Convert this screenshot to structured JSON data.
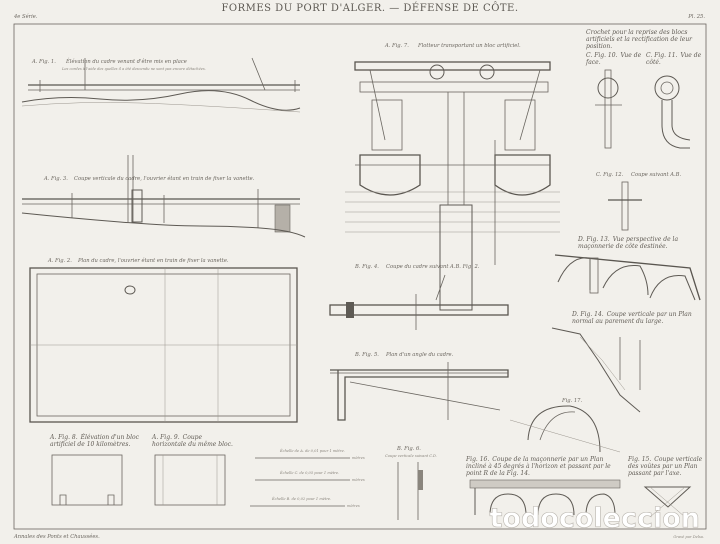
{
  "header": {
    "title": "FORMES DU PORT D'ALGER. — DÉFENSE DE CÔTE.",
    "series": "4e Série.",
    "plate": "Pl. 25."
  },
  "figures": {
    "fig1": {
      "label": "A. Fig. 1.",
      "caption": "Élévation du cadre venant d'être mis en place",
      "note": "Les cordes à l'aide des quelles il a été descendu ne sont pas encore détachées."
    },
    "fig3": {
      "label": "A. Fig. 3.",
      "caption": "Coupe verticale du cadre, l'ouvrier étant en train de fixer la vanette."
    },
    "fig2": {
      "label": "A. Fig. 2.",
      "caption": "Plan du cadre, l'ouvrier étant en train de fixer la vanette."
    },
    "fig7": {
      "label": "A. Fig. 7.",
      "caption": "Flotteur transportant un bloc artificiel."
    },
    "fig4": {
      "label": "B. Fig. 4.",
      "caption": "Coupe du cadre suivant A.B. Fig. 2."
    },
    "fig5": {
      "label": "B. Fig. 5.",
      "caption": "Plan d'un angle du cadre."
    },
    "fig10_11_title": "Crochet pour la reprise des blocs artificiels et la rectification de leur position.",
    "fig10": {
      "label": "C. Fig. 10.",
      "caption": "Vue de face."
    },
    "fig11": {
      "label": "C. Fig. 11.",
      "caption": "Vue de côté."
    },
    "fig12": {
      "label": "C. Fig. 12.",
      "caption": "Coupe suivant A.B."
    },
    "fig13": {
      "label": "D. Fig. 13.",
      "caption": "Vue perspective de la maçonnerie de côte destinée."
    },
    "fig14": {
      "label": "D. Fig. 14.",
      "caption": "Coupe verticale par un Plan normal au parement du large."
    },
    "fig17": {
      "label": "Fig. 17."
    },
    "fig8": {
      "label": "A. Fig. 8.",
      "caption": "Élévation d'un bloc artificiel de 10 kilomètres."
    },
    "fig9": {
      "label": "A. Fig. 9.",
      "caption": "Coupe horizontale du même bloc."
    },
    "fig6": {
      "label": "B. Fig. 6.",
      "caption": "Coupe verticale suivant C.D."
    },
    "fig16": {
      "label": "Fig. 16.",
      "caption": "Coupe de la maçonnerie par un Plan incliné à 45 degrés à l'horizon et passant par le point R de la Fig. 14."
    },
    "fig15": {
      "label": "Fig. 15.",
      "caption": "Coupe verticale des voûtes par un Plan passant par l'axe."
    }
  },
  "scales": [
    {
      "label": "Échelle de A. de 0,01 pour 1 mètre.",
      "unit": "mètres"
    },
    {
      "label": "Échelle C. de 0,05 pour 1 mètre.",
      "unit": "mètres"
    },
    {
      "label": "Échelle B. de 0,02 pour 1 mètre.",
      "unit": "mètres"
    }
  ],
  "footer": {
    "publisher": "Annales des Ponts et Chaussées.",
    "engraver": "Gravé par Delsa."
  },
  "watermark": "todocoleccion",
  "colors": {
    "paper": "#f2f0eb",
    "ink": "#6a6660"
  }
}
